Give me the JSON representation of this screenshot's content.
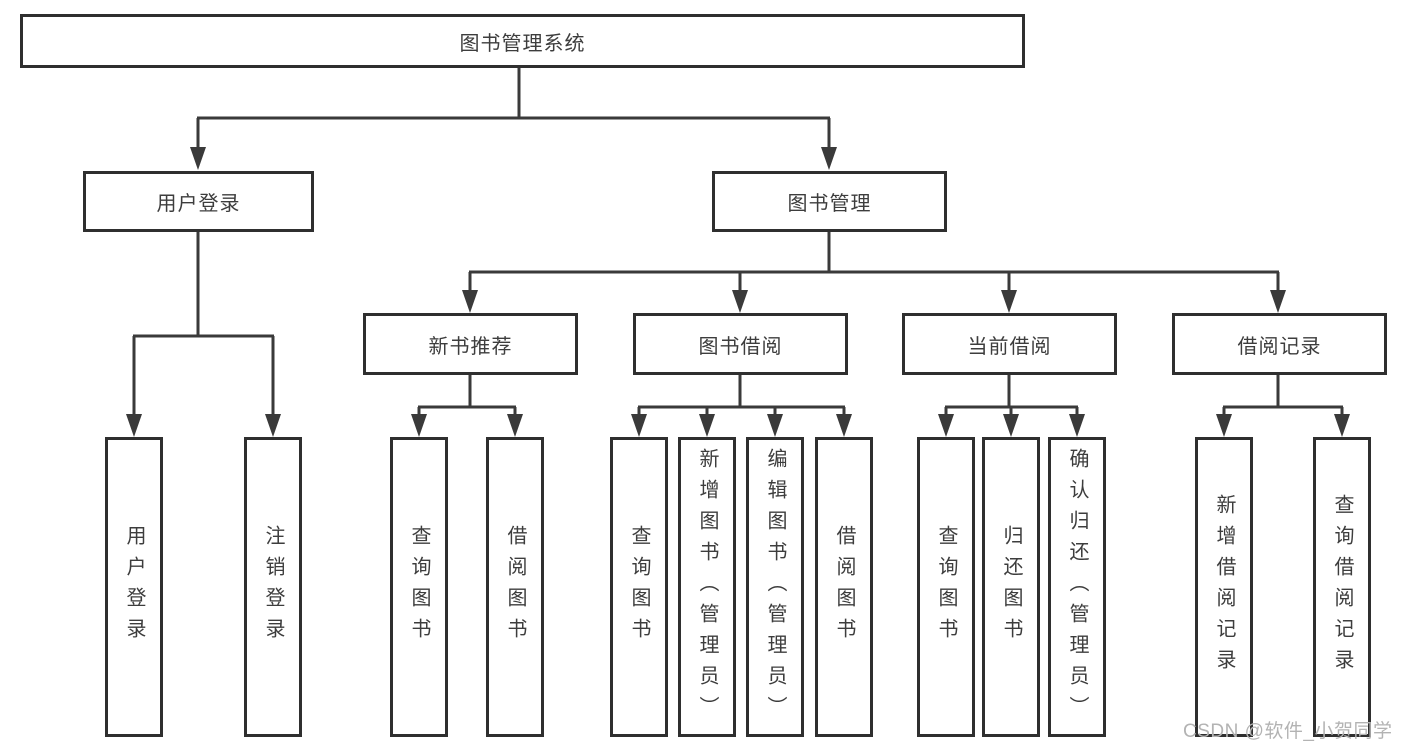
{
  "colors": {
    "line": "#3a3a3a",
    "box_border": "#2f2f2f",
    "text": "#3d3d3d",
    "background": "#ffffff",
    "watermark": "#b3b3b3"
  },
  "tree": {
    "root": {
      "label": "图书管理系统"
    },
    "level2": [
      {
        "label": "用户登录",
        "children": [
          {
            "label": "用户登录"
          },
          {
            "label": "注销登录"
          }
        ]
      },
      {
        "label": "图书管理",
        "children": [
          {
            "label": "新书推荐",
            "children": [
              {
                "label": "查询图书"
              },
              {
                "label": "借阅图书"
              }
            ]
          },
          {
            "label": "图书借阅",
            "children": [
              {
                "label": "查询图书"
              },
              {
                "label": "新增图书（管理员）"
              },
              {
                "label": "编辑图书（管理员）"
              },
              {
                "label": "借阅图书"
              }
            ]
          },
          {
            "label": "当前借阅",
            "children": [
              {
                "label": "查询图书"
              },
              {
                "label": "归还图书"
              },
              {
                "label": "确认归还（管理员）"
              }
            ]
          },
          {
            "label": "借阅记录",
            "children": [
              {
                "label": "新增借阅记录"
              },
              {
                "label": "查询借阅记录"
              }
            ]
          }
        ]
      }
    ]
  },
  "watermark": {
    "text": "CSDN @软件_小贺同学"
  }
}
